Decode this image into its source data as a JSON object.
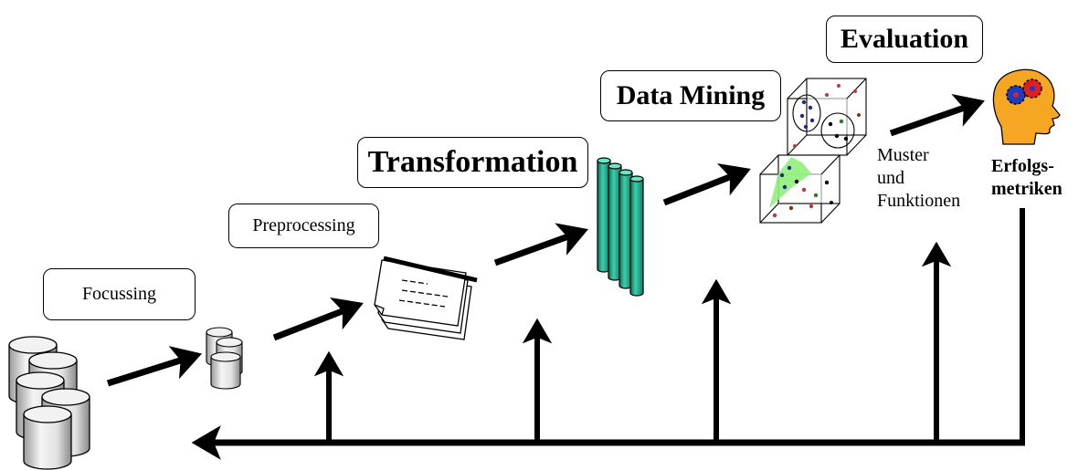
{
  "stages": {
    "focussing": "Focussing",
    "preprocessing": "Preprocessing",
    "transformation": "Transformation",
    "data_mining": "Data Mining",
    "evaluation": "Evaluation"
  },
  "output": {
    "line1": "Muster",
    "line2": "und",
    "line3": "Funktionen"
  },
  "metrics": {
    "line1": "Erfolgs-",
    "line2": "metriken"
  },
  "colors": {
    "cylinder_teal": "#1fa98a",
    "scatter_region_green": "#8ef07a",
    "head_orange": "#f5a623",
    "gear_red": "#e02020",
    "gear_blue": "#1a3cc8"
  },
  "icons": [
    "database-stack-icon",
    "small-database-icon",
    "document-stack-icon",
    "teal-cylinders-icon",
    "scatter-cube-icon",
    "head-gears-icon"
  ]
}
